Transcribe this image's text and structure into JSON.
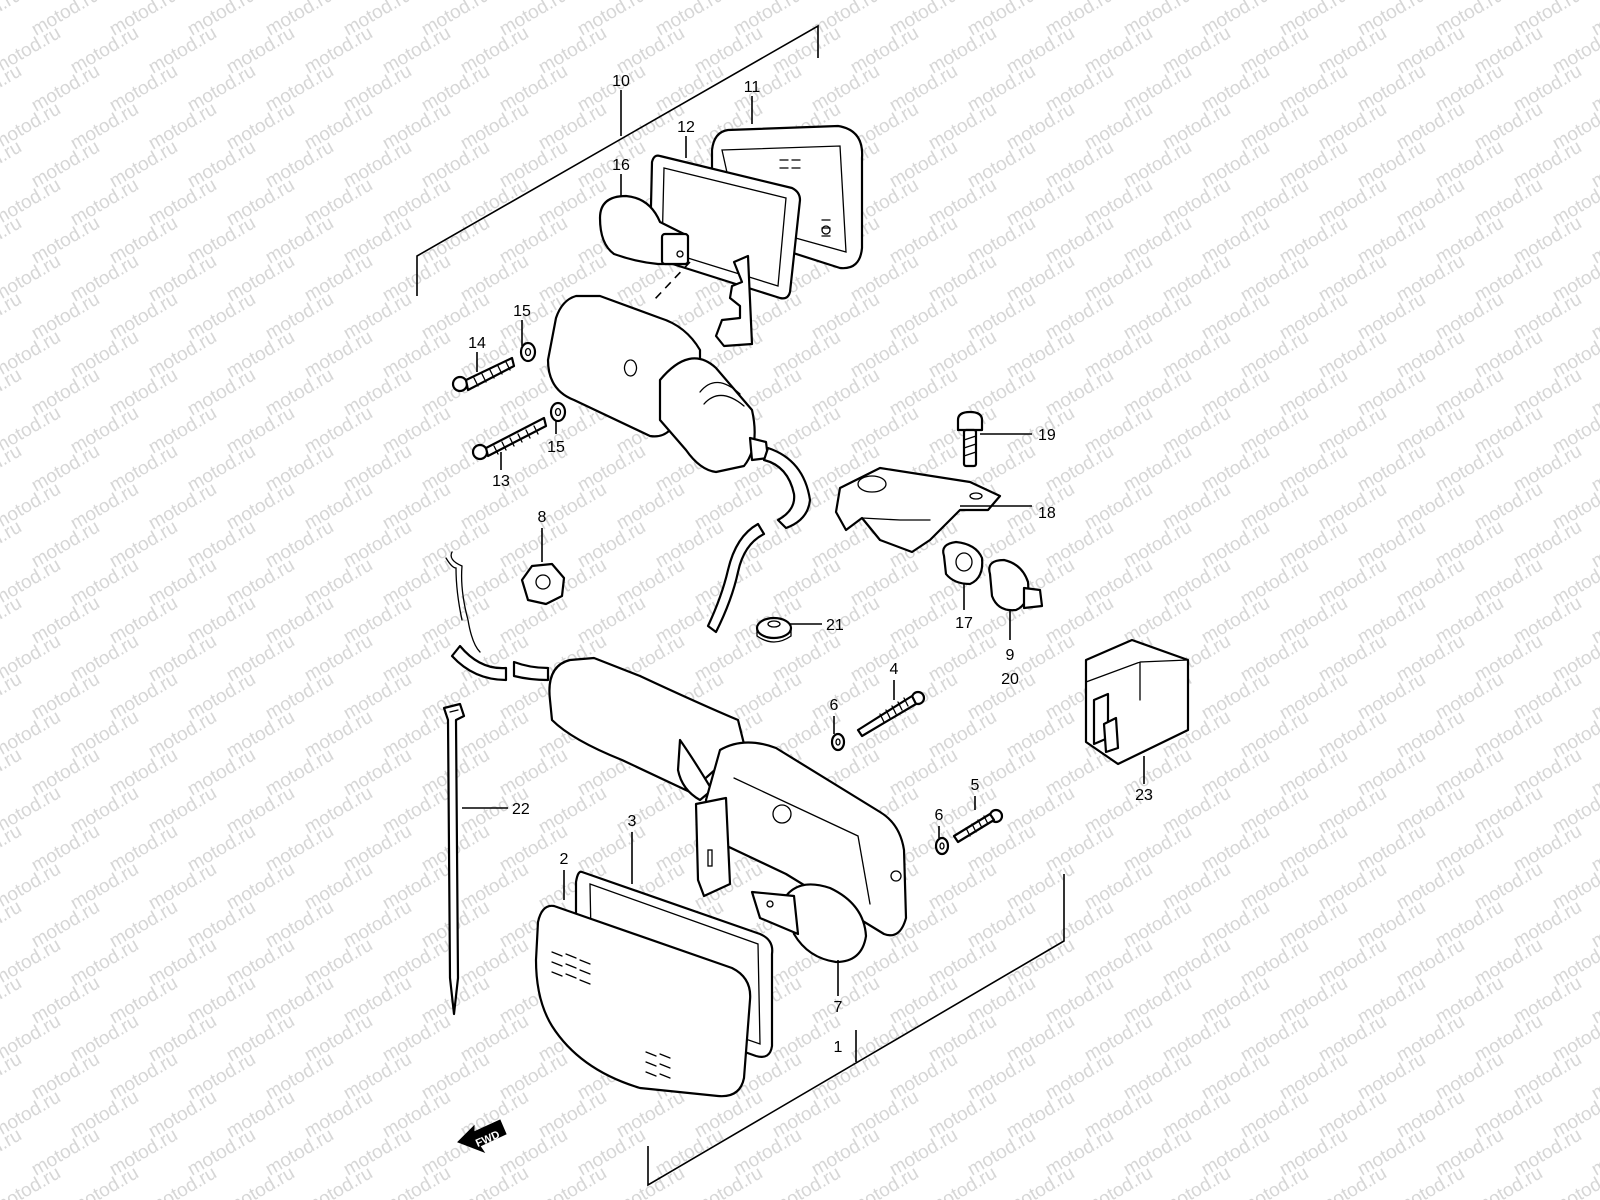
{
  "watermark": "motod.ru",
  "callouts": [
    {
      "id": "p1",
      "label": "1"
    },
    {
      "id": "p2",
      "label": "2"
    },
    {
      "id": "p3",
      "label": "3"
    },
    {
      "id": "p4",
      "label": "4"
    },
    {
      "id": "p5",
      "label": "5"
    },
    {
      "id": "p6a",
      "label": "6"
    },
    {
      "id": "p6b",
      "label": "6"
    },
    {
      "id": "p7",
      "label": "7"
    },
    {
      "id": "p8",
      "label": "8"
    },
    {
      "id": "p9",
      "label": "9"
    },
    {
      "id": "p10",
      "label": "10"
    },
    {
      "id": "p11",
      "label": "11"
    },
    {
      "id": "p12",
      "label": "12"
    },
    {
      "id": "p13",
      "label": "13"
    },
    {
      "id": "p14",
      "label": "14"
    },
    {
      "id": "p15a",
      "label": "15"
    },
    {
      "id": "p15b",
      "label": "15"
    },
    {
      "id": "p16",
      "label": "16"
    },
    {
      "id": "p17",
      "label": "17"
    },
    {
      "id": "p18",
      "label": "18"
    },
    {
      "id": "p19",
      "label": "19"
    },
    {
      "id": "p20",
      "label": "20"
    },
    {
      "id": "p21",
      "label": "21"
    },
    {
      "id": "p22",
      "label": "22"
    },
    {
      "id": "p23",
      "label": "23"
    }
  ],
  "fwd_label": "FWD"
}
